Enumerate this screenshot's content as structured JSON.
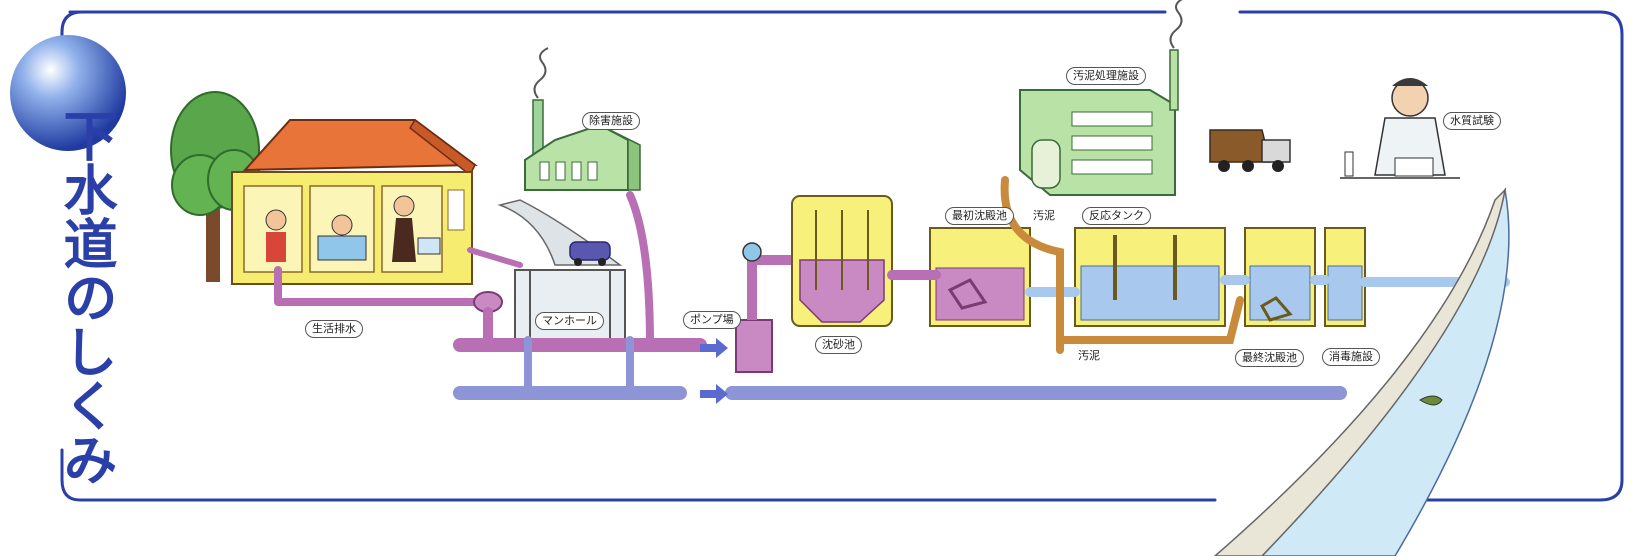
{
  "title": "下水道のしくみ",
  "labels": {
    "household_wastewater": "生活排水",
    "factory": "除害施設",
    "manhole": "マンホール",
    "pump_station": "ポンプ場",
    "grit_chamber": "沈砂池",
    "primary_sedimentation": "最初沈殿池",
    "sludge_top": "汚泥",
    "reaction_tank": "反応タンク",
    "sludge_treatment": "汚泥処理施設",
    "water_quality_test": "水質試験",
    "sludge_bottom": "汚泥",
    "final_sedimentation": "最終沈殿池",
    "disinfection": "消毒施設"
  },
  "colors": {
    "frame": "#2b3fa8",
    "sewage_pipe": "#b96fb3",
    "storm_pipe": "#8d95d6",
    "sludge_pipe": "#c98a3c",
    "tank": "#f7f07a",
    "water": "#a9c8ee",
    "river": "#cfe9f7"
  }
}
